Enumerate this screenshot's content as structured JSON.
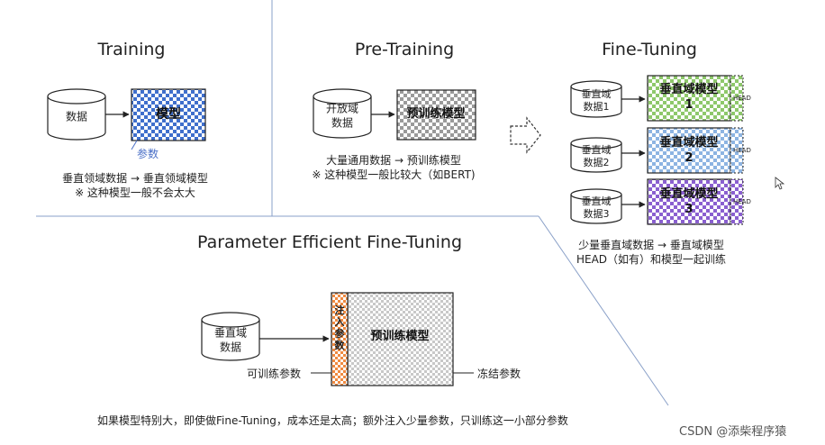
{
  "colors": {
    "check_dark": "#aaaaaa",
    "check_light": "#ffffff",
    "training_check": "#4f7bd0",
    "green_check": "#8ec86b",
    "blue_check": "#8db4e2",
    "purple_check": "#8e6bd0",
    "orange_check": "#f0a060",
    "divider": "#8aa0c8",
    "param_text": "#4a6fc7"
  },
  "training": {
    "title": "Training",
    "cylinder_label": "数据",
    "model_label": "模型",
    "param_label": "参数",
    "caption_line1": "垂直领域数据 → 垂直领域模型",
    "caption_line2": "※ 这种模型一般不会太大"
  },
  "pretraining": {
    "title": "Pre-Training",
    "cylinder_label_line1": "开放域",
    "cylinder_label_line2": "数据",
    "model_label": "预训练模型",
    "caption_line1": "大量通用数据 → 预训练模型",
    "caption_line2": "※ 这种模型一般比较大（如BERT)"
  },
  "finetuning": {
    "title": "Fine-Tuning",
    "rows": [
      {
        "cyl_line1": "垂直域",
        "cyl_line2": "数据1",
        "model_line1": "垂直域模型",
        "model_line2": "1"
      },
      {
        "cyl_line1": "垂直域",
        "cyl_line2": "数据2",
        "model_line1": "垂直域模型",
        "model_line2": "2"
      },
      {
        "cyl_line1": "垂直域",
        "cyl_line2": "数据3",
        "model_line1": "垂直域模型",
        "model_line2": "3"
      }
    ],
    "head_label": "HEAD",
    "caption_line1": "少量垂直域数据 → 垂直域模型",
    "caption_line2": "HEAD（如有）和模型一起训练"
  },
  "peft": {
    "title": "Parameter Efficient Fine-Tuning",
    "cylinder_label_line1": "垂直域",
    "cylinder_label_line2": "数据",
    "inject_label": "注入参数",
    "model_label": "预训练模型",
    "trainable_label": "可训练参数",
    "frozen_label": "冻结参数",
    "caption": "如果模型特别大，即使做Fine-Tuning，成本还是太高；额外注入少量参数，只训练这一小部分参数"
  },
  "watermark": "CSDN @添柴程序猿"
}
